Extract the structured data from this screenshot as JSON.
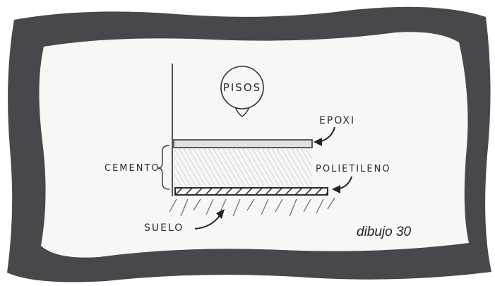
{
  "labels": {
    "title": "PISOS",
    "epoxi": "EPOXI",
    "cemento": "CEMENTO",
    "polietileno": "POLIETILENO",
    "suelo": "SUELO"
  },
  "caption": "dibujo 30",
  "colors": {
    "frame": "#4a474c",
    "paper": "#f7f7f6",
    "ink": "#2b2b2b"
  }
}
